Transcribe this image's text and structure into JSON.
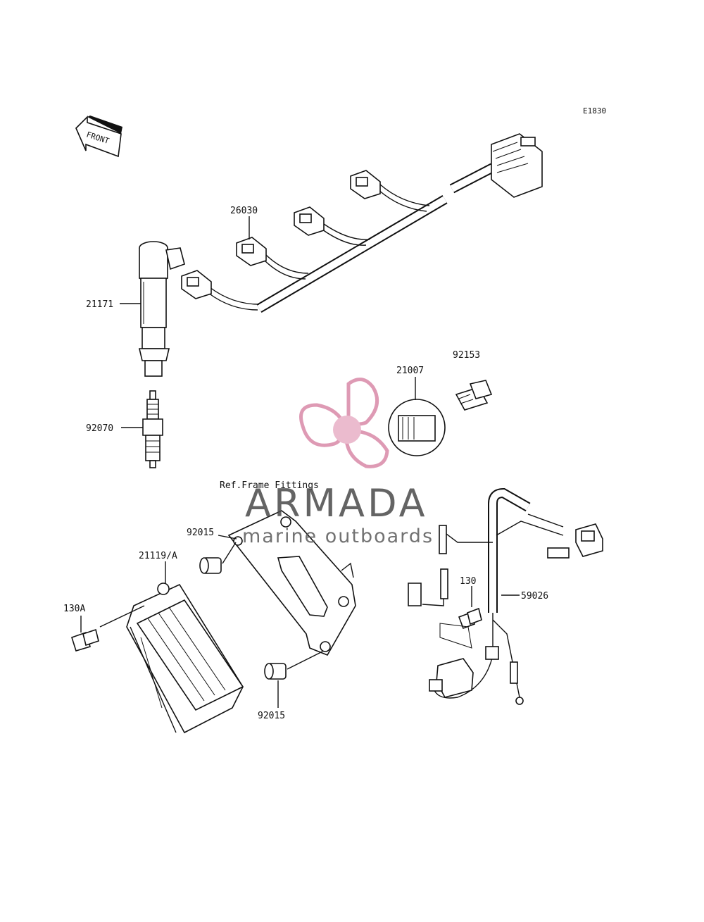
{
  "diagram": {
    "code": "E1830",
    "front_label": "FRONT",
    "ref_note": "Ref.Frame Fittings",
    "parts": [
      {
        "id": "26030"
      },
      {
        "id": "21171"
      },
      {
        "id": "92070"
      },
      {
        "id": "21007"
      },
      {
        "id": "92153"
      },
      {
        "id": "92015"
      },
      {
        "id": "21119/A"
      },
      {
        "id": "130A"
      },
      {
        "id": "130"
      },
      {
        "id": "59026"
      },
      {
        "id": "92015"
      }
    ]
  },
  "watermark": {
    "brand": "ARMADA",
    "tagline": "marine outboards",
    "accent_color": "#d989a8"
  }
}
